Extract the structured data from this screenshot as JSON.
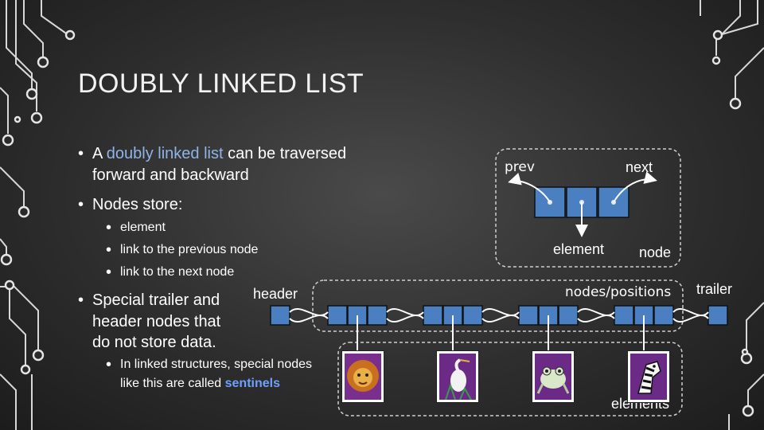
{
  "title": "DOUBLY LINKED LIST",
  "bullets": {
    "b1_pre": "A ",
    "b1_hl": "doubly linked list",
    "b1_post": " can be traversed",
    "b1_line2": "forward and backward",
    "b2": "Nodes store:",
    "sub1": "element",
    "sub2": "link to the previous node",
    "sub3": "link to the next node",
    "b3_line1": "Special trailer and",
    "b3_line2": "header nodes that",
    "b3_line3": "do not store data.",
    "sub4_line1": "In linked structures, special nodes",
    "sub4_line2_pre": "like this are called ",
    "sub4_line2_hl": "sentinels"
  },
  "node_diagram": {
    "prev": "prev",
    "next": "next",
    "element": "element",
    "node": "node"
  },
  "list_diagram": {
    "header": "header",
    "trailer": "trailer",
    "nodes_positions": "nodes/positions",
    "elements": "elements"
  },
  "icons": [
    "lion-icon",
    "heron-icon",
    "frog-icon",
    "zebra-icon"
  ],
  "colors": {
    "accent_blue": "#4a7fc1",
    "highlight": "#8fb4e8",
    "sentinels": "#6fa0ff"
  }
}
